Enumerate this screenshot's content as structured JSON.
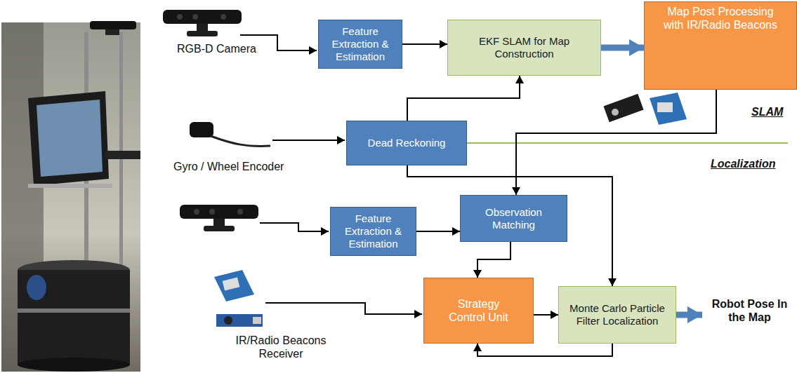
{
  "diagram": {
    "nodes": [
      {
        "text": [
          "Feature Extraction & Estimation"
        ]
      },
      {
        "text": [
          "EKF SLAM for Map Construction"
        ]
      },
      {
        "text": [
          "Map Post Processing with IR/Radio Beacons"
        ]
      },
      {
        "text": [
          "Dead Reckoning"
        ]
      },
      {
        "text": [
          "Feature Extraction & Estimation"
        ]
      },
      {
        "text": [
          "Observation Matching"
        ]
      },
      {
        "text": [
          "Strategy Control Unit"
        ]
      },
      {
        "text": [
          "Monte Carlo Particle Filter Localization"
        ]
      }
    ],
    "edges": [
      {
        "from": 0,
        "to": 1,
        "arrow": "to"
      },
      {
        "from": 1,
        "to": 2,
        "arrow": "to"
      },
      {
        "from": 3,
        "to": 1,
        "arrow": "to"
      },
      {
        "from": 2,
        "to": 5,
        "arrow": "to"
      },
      {
        "from": 3,
        "to": 7,
        "arrow": "to"
      },
      {
        "from": 4,
        "to": 5,
        "arrow": "to"
      },
      {
        "from": 5,
        "to": 6,
        "arrow": "to"
      },
      {
        "from": 6,
        "to": 7,
        "arrow": "to"
      },
      {
        "from": 7,
        "to": 6,
        "arrow": "to"
      }
    ],
    "labels": [
      "RGB-D Camera",
      "Gyro / Wheel Encoder",
      "IR/Radio Beacons Receiver",
      "SLAM",
      "Localization",
      "Robot Pose In the Map"
    ]
  }
}
